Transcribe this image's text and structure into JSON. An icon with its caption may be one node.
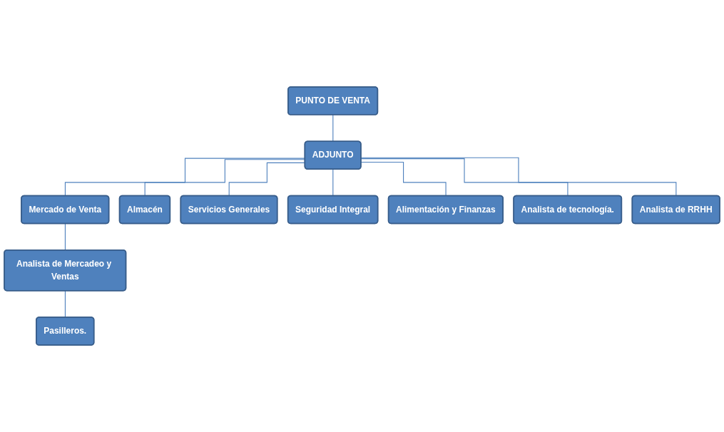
{
  "diagram": {
    "nodes": [
      {
        "text": [
          "PUNTO DE VENTA"
        ]
      },
      {
        "text": [
          "ADJUNTO"
        ]
      },
      {
        "text": [
          "Mercado de Venta"
        ]
      },
      {
        "text": [
          "Almacén"
        ]
      },
      {
        "text": [
          "Servicios Generales"
        ]
      },
      {
        "text": [
          "Seguridad Integral"
        ]
      },
      {
        "text": [
          "Alimentación y Finanzas"
        ]
      },
      {
        "text": [
          "Analista de tecnología."
        ]
      },
      {
        "text": [
          "Analista de RRHH"
        ]
      },
      {
        "text": [
          "Analista de Mercadeo y Ventas"
        ]
      },
      {
        "text": [
          "Pasilleros."
        ]
      }
    ],
    "edges": [
      {
        "from": 0,
        "to": 1,
        "arrow": "none"
      },
      {
        "from": 1,
        "to": 2,
        "arrow": "none"
      },
      {
        "from": 1,
        "to": 3,
        "arrow": "none"
      },
      {
        "from": 1,
        "to": 4,
        "arrow": "none"
      },
      {
        "from": 1,
        "to": 5,
        "arrow": "none"
      },
      {
        "from": 1,
        "to": 6,
        "arrow": "none"
      },
      {
        "from": 1,
        "to": 7,
        "arrow": "none"
      },
      {
        "from": 1,
        "to": 8,
        "arrow": "none"
      },
      {
        "from": 2,
        "to": 9,
        "arrow": "none"
      },
      {
        "from": 9,
        "to": 10,
        "arrow": "none"
      }
    ]
  }
}
